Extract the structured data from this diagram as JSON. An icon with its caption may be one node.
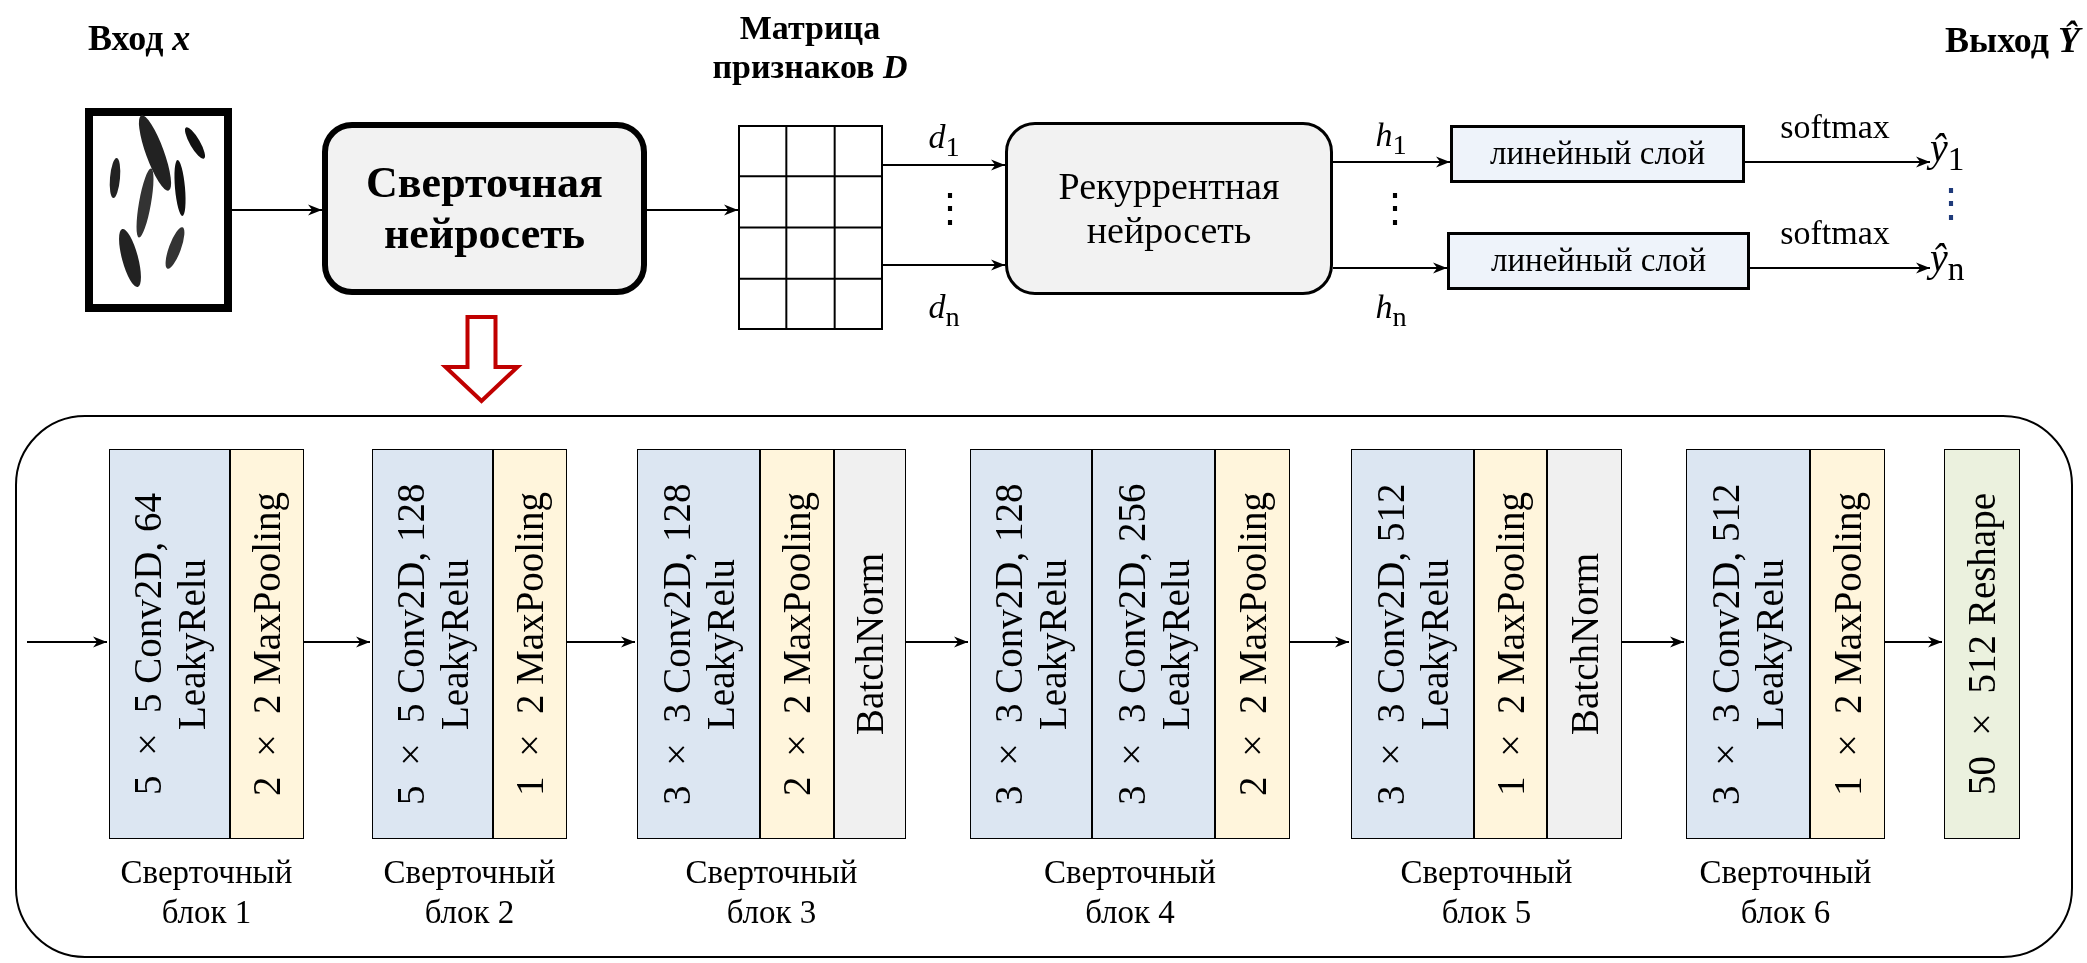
{
  "diagram": {
    "nodes": [
      {
        "text": [],
        "shape": "picture"
      },
      {
        "text": [
          "Сверточная нейросеть"
        ]
      },
      {
        "text": [],
        "shape": "grid"
      },
      {
        "text": [
          "Рекуррентная нейросеть"
        ]
      },
      {
        "text": [
          "линейный слой"
        ]
      },
      {
        "text": [
          "линейный слой"
        ]
      },
      {
        "text": [
          "*ŷ*$_{1}$"
        ]
      },
      {
        "text": [
          "*ŷ*$_{n}$"
        ]
      },
      {
        "text": [],
        "shape": "box"
      },
      {
        "text": [
          "Сверточный блок 1"
        ],
        "in": 8
      },
      {
        "text": [
          "5 × 5 Conv2D, 64 LeakyRelu"
        ],
        "in": 9
      },
      {
        "text": [
          "2 × 2 MaxPooling"
        ],
        "in": 9
      },
      {
        "text": [
          "Сверточный блок 2"
        ],
        "in": 8
      },
      {
        "text": [
          "5 × 5 Conv2D, 128 LeakyRelu"
        ],
        "in": 12
      },
      {
        "text": [
          "1 × 2 MaxPooling"
        ],
        "in": 12
      },
      {
        "text": [
          "Сверточный блок 3"
        ],
        "in": 8
      },
      {
        "text": [
          "3 × 3 Conv2D, 128 LeakyRelu"
        ],
        "in": 15
      },
      {
        "text": [
          "2 × 2 MaxPooling"
        ],
        "in": 15
      },
      {
        "text": [
          "BatchNorm"
        ],
        "in": 15
      },
      {
        "text": [
          "Сверточный блок 4"
        ],
        "in": 8
      },
      {
        "text": [
          "3 × 3 Conv2D, 128 LeakyRelu"
        ],
        "in": 19
      },
      {
        "text": [
          "3 × 3 Conv2D, 256 LeakyRelu"
        ],
        "in": 19
      },
      {
        "text": [
          "2 × 2 MaxPooling"
        ],
        "in": 19
      },
      {
        "text": [
          "Сверточный блок 5"
        ],
        "in": 8
      },
      {
        "text": [
          "3 × 3 Conv2D, 512 LeakyRelu"
        ],
        "in": 23
      },
      {
        "text": [
          "1 × 2 MaxPooling"
        ],
        "in": 23
      },
      {
        "text": [
          "BatchNorm"
        ],
        "in": 23
      },
      {
        "text": [
          "Сверточный блок 6"
        ],
        "in": 8
      },
      {
        "text": [
          "3 × 3 Conv2D, 512 LeakyRelu"
        ],
        "in": 27
      },
      {
        "text": [
          "1 × 2 MaxPooling"
        ],
        "in": 27
      },
      {
        "text": [
          "50 × 512 Reshape"
        ],
        "in": 8
      }
    ],
    "edges": [
      {
        "from": 0,
        "to": 1,
        "arrow": "to"
      },
      {
        "from": 1,
        "to": 2,
        "arrow": "to"
      },
      {
        "from": 2,
        "to": 3,
        "arrow": "to",
        "label": "*d*$_{1}$"
      },
      {
        "from": 2,
        "to": 3,
        "arrow": "to",
        "label": "*d*$_{n}$"
      },
      {
        "from": 3,
        "to": 4,
        "arrow": "to",
        "label": "*h*$_{1}$"
      },
      {
        "from": 3,
        "to": 5,
        "arrow": "to",
        "label": "*h*$_{n}$"
      },
      {
        "from": 4,
        "to": 6,
        "arrow": "to",
        "label": "softmax"
      },
      {
        "from": 5,
        "to": 7,
        "arrow": "to",
        "label": "softmax"
      },
      {
        "from": 1,
        "to": 8,
        "arrow": "to",
        "style": "thick",
        "color": "#c00000"
      },
      {
        "from": null,
        "to": 9,
        "arrow": "to"
      },
      {
        "from": 9,
        "to": 12,
        "arrow": "to"
      },
      {
        "from": 12,
        "to": 15,
        "arrow": "to"
      },
      {
        "from": 15,
        "to": 19,
        "arrow": "to"
      },
      {
        "from": 19,
        "to": 23,
        "arrow": "to"
      },
      {
        "from": 23,
        "to": 27,
        "arrow": "to"
      },
      {
        "from": 27,
        "to": 30,
        "arrow": "to"
      }
    ],
    "labels": [
      "Вход *x*",
      "Матрица признаков *D*",
      "Выход *Ŷ*",
      "⋮",
      "⋮",
      "⋮"
    ]
  }
}
